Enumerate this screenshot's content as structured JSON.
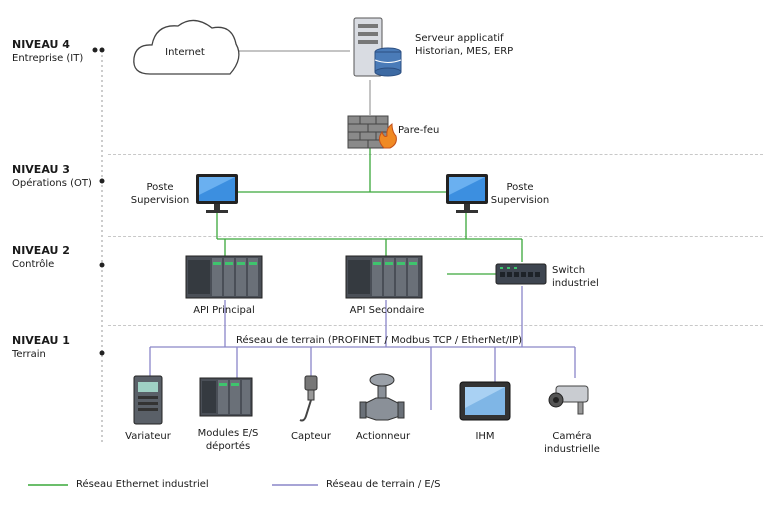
{
  "levels": [
    {
      "title": "NIVEAU 4",
      "subtitle": "Entreprise (IT)"
    },
    {
      "title": "NIVEAU 3",
      "subtitle": "Opérations (OT)"
    },
    {
      "title": "NIVEAU 2",
      "subtitle": "Contrôle"
    },
    {
      "title": "NIVEAU 1",
      "subtitle": "Terrain"
    }
  ],
  "nodes": {
    "internet": "Internet",
    "server_line1": "Serveur applicatif",
    "server_line2": "Historian, MES, ERP",
    "firewall": "Pare-feu",
    "ws_left_line1": "Poste",
    "ws_left_line2": "Supervision",
    "ws_right_line1": "Poste",
    "ws_right_line2": "Supervision",
    "plc_main": "API Principal",
    "plc_secondary": "API Secondaire",
    "switch_line1": "Switch",
    "switch_line2": "industriel",
    "fieldbus": "Réseau de terrain (PROFINET / Modbus TCP / EtherNet/IP)",
    "drive": "Variateur",
    "io_line1": "Modules E/S",
    "io_line2": "déportés",
    "sensor": "Capteur",
    "actuator": "Actionneur",
    "hmi": "IHM",
    "camera_line1": "Caméra",
    "camera_line2": "industrielle"
  },
  "legend": {
    "ethernet": "Réseau Ethernet industriel",
    "fieldbus": "Réseau de terrain / E/S"
  },
  "colors": {
    "ethernet": "#3aa83a",
    "fieldbus": "#8a86c8",
    "it_link": "#888888"
  }
}
